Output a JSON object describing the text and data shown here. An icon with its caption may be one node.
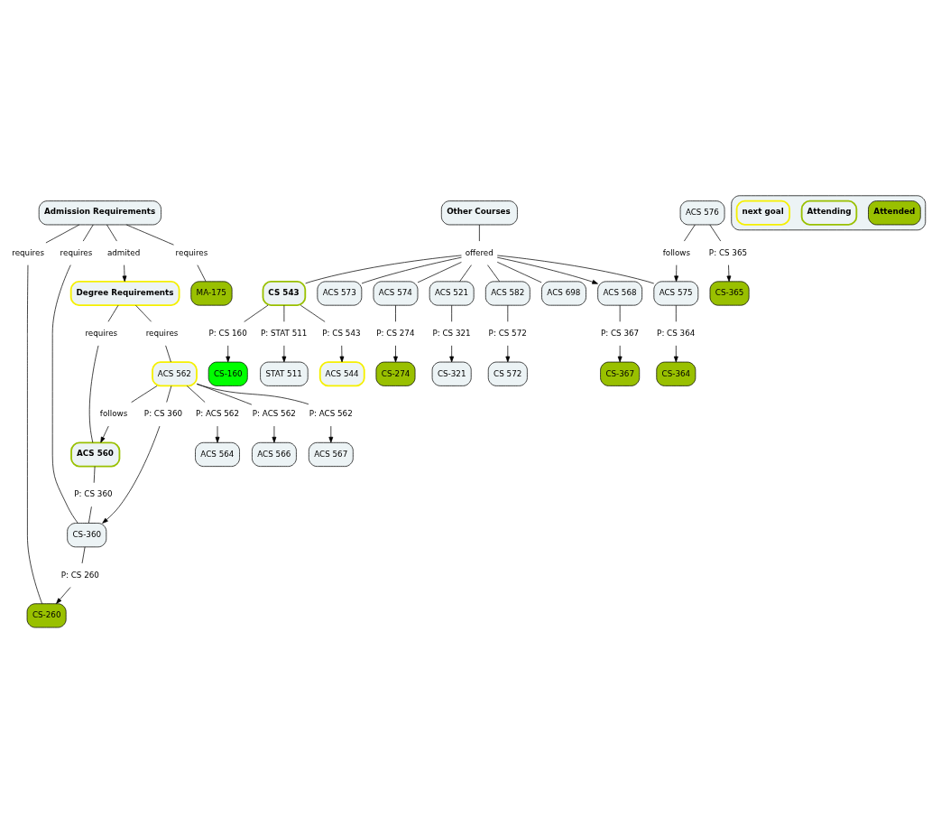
{
  "diagram": {
    "nodes": [
      {
        "text": [
          "Admission Requirements"
        ]
      },
      {
        "text": [
          "Degree Requirements"
        ]
      },
      {
        "text": [
          "Other Courses"
        ]
      },
      {
        "text": [
          "CS-260"
        ]
      },
      {
        "text": [
          "MA-175"
        ]
      },
      {
        "text": [
          "CS-360"
        ]
      },
      {
        "text": [
          "CS-321"
        ]
      },
      {
        "text": [
          "ACS 560"
        ]
      },
      {
        "text": [
          "ACS 562"
        ]
      },
      {
        "text": [
          "ACS 521"
        ]
      },
      {
        "text": [
          "ACS 564"
        ]
      },
      {
        "text": [
          "ACS 566"
        ]
      },
      {
        "text": [
          "ACS 567"
        ]
      },
      {
        "text": [
          "ACS 568"
        ]
      },
      {
        "text": [
          "CS-367"
        ]
      },
      {
        "text": [
          "CS 543"
        ]
      },
      {
        "text": [
          "ACS 544"
        ]
      },
      {
        "text": [
          "CS-160"
        ]
      },
      {
        "text": [
          "STAT 511"
        ]
      },
      {
        "text": [
          "ACS 573"
        ]
      },
      {
        "text": [
          "CS-274"
        ]
      },
      {
        "text": [
          "ACS 574"
        ]
      },
      {
        "text": [
          "CS-364"
        ]
      },
      {
        "text": [
          "ACS 575"
        ]
      },
      {
        "text": [
          "CS-365"
        ]
      },
      {
        "text": [
          "ACS 576"
        ]
      },
      {
        "text": [
          "CS 572"
        ]
      },
      {
        "text": [
          "ACS 582"
        ]
      },
      {
        "text": [
          "ACS 698"
        ]
      },
      {
        "text": [],
        "shape": "box"
      },
      {
        "text": [
          "Attended"
        ],
        "in": 29
      },
      {
        "text": [
          "Attending"
        ],
        "in": 29
      },
      {
        "text": [
          "next goal"
        ],
        "in": 29
      },
      {
        "text": [
          "admited"
        ]
      },
      {
        "text": [
          "requires"
        ]
      },
      {
        "text": [
          "requires"
        ]
      },
      {
        "text": [
          "requires"
        ]
      },
      {
        "text": [
          "requires"
        ]
      },
      {
        "text": [
          "requires"
        ]
      },
      {
        "text": [
          "offered"
        ]
      },
      {
        "text": [
          "follows"
        ]
      },
      {
        "text": [
          "P: CS 360"
        ]
      },
      {
        "text": [
          "P: CS 360"
        ]
      },
      {
        "text": [
          "P: CS 260"
        ]
      },
      {
        "text": [
          "P: ACS 562"
        ]
      },
      {
        "text": [
          "P: ACS 562"
        ]
      },
      {
        "text": [
          "P: ACS 562"
        ]
      },
      {
        "text": [
          "P: CS 321"
        ]
      },
      {
        "text": [
          "P: CS 367"
        ]
      },
      {
        "text": [
          "P: CS 160"
        ]
      },
      {
        "text": [
          "P: STAT 511"
        ]
      },
      {
        "text": [
          "P: CS 543"
        ]
      },
      {
        "text": [
          "P: CS 274"
        ]
      },
      {
        "text": [
          "P: CS 364"
        ]
      },
      {
        "text": [
          "follows"
        ]
      },
      {
        "text": [
          "P: CS 365"
        ]
      },
      {
        "text": [
          "P: CS 572"
        ]
      }
    ],
    "edges": [
      {
        "from": 0,
        "to": 33,
        "arrow": "none"
      },
      {
        "from": 33,
        "to": 1,
        "arrow": "to"
      },
      {
        "from": 0,
        "to": 34,
        "arrow": "none"
      },
      {
        "from": 34,
        "to": 3,
        "arrow": "none"
      },
      {
        "from": 0,
        "to": 35,
        "arrow": "none"
      },
      {
        "from": 35,
        "to": 4,
        "arrow": "none"
      },
      {
        "from": 0,
        "to": 36,
        "arrow": "none"
      },
      {
        "from": 36,
        "to": 5,
        "arrow": "none"
      },
      {
        "from": 1,
        "to": 37,
        "arrow": "none"
      },
      {
        "from": 37,
        "to": 7,
        "arrow": "none"
      },
      {
        "from": 1,
        "to": 38,
        "arrow": "none"
      },
      {
        "from": 38,
        "to": 8,
        "arrow": "none"
      },
      {
        "from": 2,
        "to": 39,
        "arrow": "none"
      },
      {
        "from": 39,
        "to": 9,
        "arrow": "none"
      },
      {
        "from": 39,
        "to": 15,
        "arrow": "none"
      },
      {
        "from": 39,
        "to": 19,
        "arrow": "none"
      },
      {
        "from": 39,
        "to": 21,
        "arrow": "none"
      },
      {
        "from": 39,
        "to": 23,
        "arrow": "none"
      },
      {
        "from": 39,
        "to": 27,
        "arrow": "none"
      },
      {
        "from": 39,
        "to": 28,
        "arrow": "none"
      },
      {
        "from": 39,
        "to": 13,
        "arrow": "to"
      },
      {
        "from": 8,
        "to": 40,
        "arrow": "none"
      },
      {
        "from": 40,
        "to": 7,
        "arrow": "to"
      },
      {
        "from": 7,
        "to": 41,
        "arrow": "none"
      },
      {
        "from": 41,
        "to": 5,
        "arrow": "none"
      },
      {
        "from": 8,
        "to": 42,
        "arrow": "none"
      },
      {
        "from": 42,
        "to": 5,
        "arrow": "to"
      },
      {
        "from": 5,
        "to": 43,
        "arrow": "none"
      },
      {
        "from": 43,
        "to": 3,
        "arrow": "to"
      },
      {
        "from": 8,
        "to": 44,
        "arrow": "none"
      },
      {
        "from": 44,
        "to": 10,
        "arrow": "to"
      },
      {
        "from": 8,
        "to": 45,
        "arrow": "none"
      },
      {
        "from": 45,
        "to": 11,
        "arrow": "to"
      },
      {
        "from": 8,
        "to": 46,
        "arrow": "none"
      },
      {
        "from": 46,
        "to": 12,
        "arrow": "to"
      },
      {
        "from": 9,
        "to": 47,
        "arrow": "none"
      },
      {
        "from": 47,
        "to": 6,
        "arrow": "to"
      },
      {
        "from": 13,
        "to": 48,
        "arrow": "none"
      },
      {
        "from": 48,
        "to": 14,
        "arrow": "to"
      },
      {
        "from": 15,
        "to": 49,
        "arrow": "none"
      },
      {
        "from": 49,
        "to": 17,
        "arrow": "to"
      },
      {
        "from": 15,
        "to": 50,
        "arrow": "none"
      },
      {
        "from": 50,
        "to": 18,
        "arrow": "to"
      },
      {
        "from": 15,
        "to": 51,
        "arrow": "none"
      },
      {
        "from": 51,
        "to": 16,
        "arrow": "to"
      },
      {
        "from": 21,
        "to": 52,
        "arrow": "none"
      },
      {
        "from": 52,
        "to": 20,
        "arrow": "to"
      },
      {
        "from": 23,
        "to": 53,
        "arrow": "none"
      },
      {
        "from": 53,
        "to": 22,
        "arrow": "to"
      },
      {
        "from": 25,
        "to": 54,
        "arrow": "none"
      },
      {
        "from": 54,
        "to": 23,
        "arrow": "to"
      },
      {
        "from": 25,
        "to": 55,
        "arrow": "none"
      },
      {
        "from": 55,
        "to": 24,
        "arrow": "to"
      },
      {
        "from": 27,
        "to": 56,
        "arrow": "none"
      },
      {
        "from": 56,
        "to": 26,
        "arrow": "to"
      }
    ]
  }
}
